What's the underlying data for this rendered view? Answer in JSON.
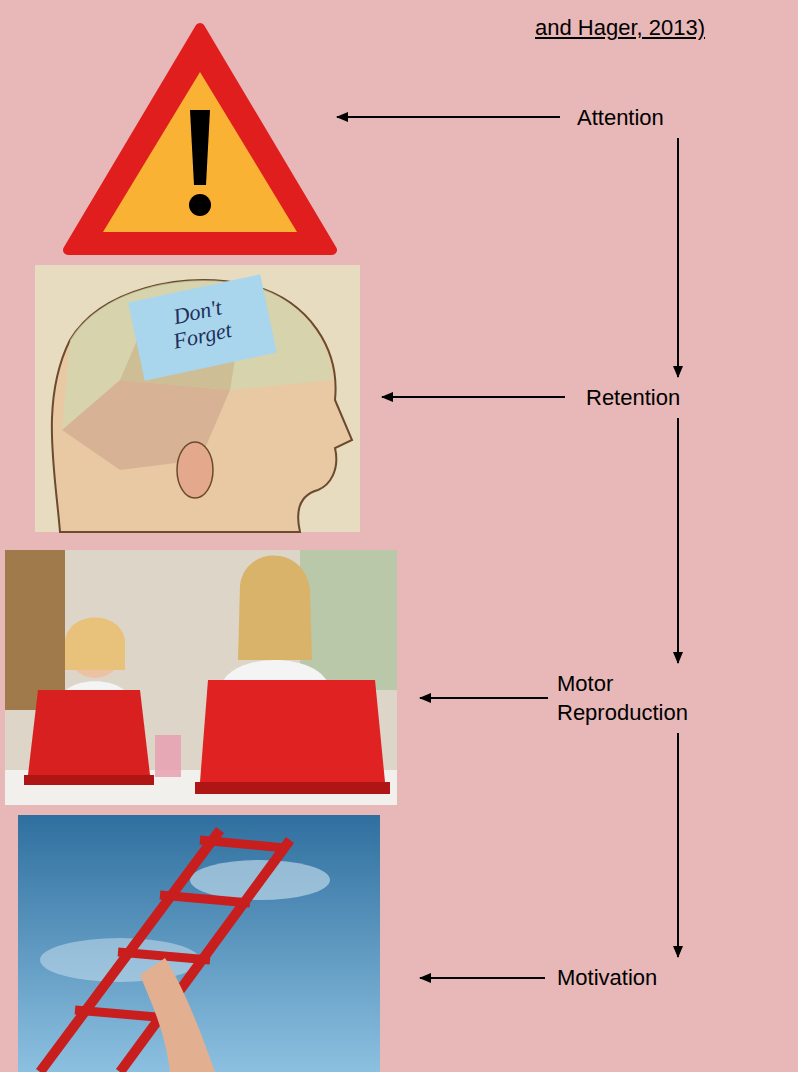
{
  "diagram": {
    "title": "and Hager, 2013)",
    "nodes": [
      {
        "text": [
          "Attention"
        ]
      },
      {
        "text": [
          "Retention"
        ]
      },
      {
        "text": [
          "Motor Reproduction"
        ]
      },
      {
        "text": [
          "Motivation"
        ]
      }
    ],
    "edges": [
      {
        "from": 0,
        "to": 1,
        "arrow": "to"
      },
      {
        "from": 1,
        "to": 2,
        "arrow": "to"
      },
      {
        "from": 2,
        "to": 3,
        "arrow": "to"
      }
    ],
    "labels": [
      "Don't Forget"
    ]
  }
}
